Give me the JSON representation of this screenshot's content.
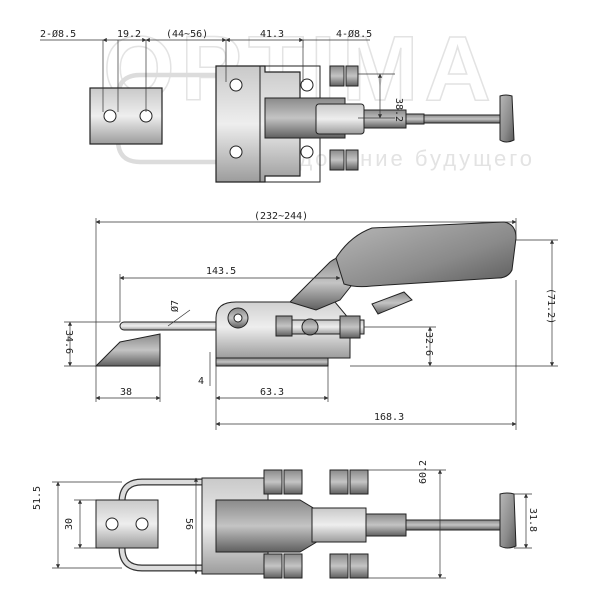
{
  "watermark": {
    "brand": "OPTIMA",
    "tagline": "оборудование будущего"
  },
  "views": {
    "top": {
      "dim_holes_left": "2-Ø8.5",
      "dim_19_2": "19.2",
      "dim_44_56": "(44~56)",
      "dim_41_3": "41.3",
      "dim_holes_right": "4-Ø8.5",
      "dim_38_2": "38.2"
    },
    "side": {
      "dim_overall": "(232~244)",
      "dim_143_5": "143.5",
      "dim_d7": "Ø7",
      "dim_34_6": "34.6",
      "dim_38": "38",
      "dim_4": "4",
      "dim_63_3": "63.3",
      "dim_32_6": "32.6",
      "dim_71_2": "(71.2)",
      "dim_168_3": "168.3"
    },
    "bottom": {
      "dim_51_5": "51.5",
      "dim_30": "30",
      "dim_56": "56",
      "dim_60_2": "60.2",
      "dim_31_8": "31.8"
    }
  },
  "colors": {
    "metal_light": "#d8d8d8",
    "metal_mid": "#a9a9a9",
    "metal_dark": "#6e6e6e",
    "handle": "#8a8a8a",
    "line": "#222222",
    "watermark": "#e6e6e6"
  }
}
